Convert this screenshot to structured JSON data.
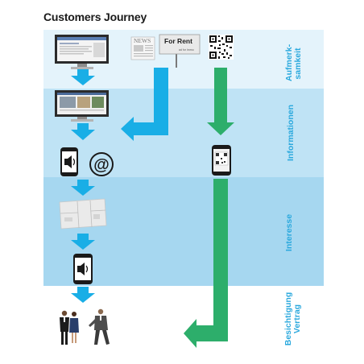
{
  "title": "Customers Journey",
  "stages": [
    {
      "label_line1": "Aufmerk-",
      "label_line2": "samkeit"
    },
    {
      "label": "Informationen"
    },
    {
      "label": "Interesse"
    },
    {
      "label_line1": "Besichtigung",
      "label_line2": "Vertrag"
    }
  ],
  "newspaper": {
    "label": "NEWS"
  },
  "sign": {
    "label": "For Rent",
    "sublabel": "ad for Immo"
  },
  "email_symbol": "@",
  "colors": {
    "blue_arrow": "#19aee6",
    "green_arrow": "#2dae6b",
    "stage_label": "#29a8dd",
    "band_light": "#e4f3fb",
    "band_mid": "#bfe3f5",
    "band_dark": "#a6d7f0"
  },
  "icons": [
    "desktop-monitor-icon",
    "newspaper-icon",
    "for-rent-sign-icon",
    "qr-code-icon",
    "website-monitor-icon",
    "smartphone-speaker-icon",
    "email-at-icon",
    "smartphone-qr-icon",
    "floor-plan-icon",
    "business-people-icon"
  ]
}
